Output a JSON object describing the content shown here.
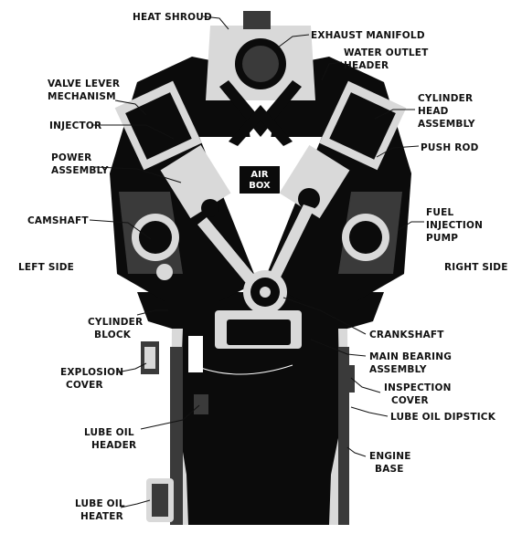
{
  "labels": {
    "heat_shroud": "HEAT SHROUD",
    "exhaust_manifold": "EXHAUST MANIFOLD",
    "water_outlet_header_1": "WATER OUTLET",
    "water_outlet_header_2": "HEADER",
    "valve_lever_1": "VALVE LEVER",
    "valve_lever_2": "MECHANISM",
    "injector": "INJECTOR",
    "cylinder_head_1": "CYLINDER",
    "cylinder_head_2": "HEAD",
    "cylinder_head_3": "ASSEMBLY",
    "push_rod": "PUSH ROD",
    "power_assembly_1": "POWER",
    "power_assembly_2": "ASSEMBLY",
    "air_box_1": "AIR",
    "air_box_2": "BOX",
    "camshaft": "CAMSHAFT",
    "fuel_injection_1": "FUEL",
    "fuel_injection_2": "INJECTION",
    "fuel_injection_3": "PUMP",
    "left_side": "LEFT SIDE",
    "right_side": "RIGHT SIDE",
    "cylinder_block_1": "CYLINDER",
    "cylinder_block_2": "BLOCK",
    "crankshaft": "CRANKSHAFT",
    "main_bearing_1": "MAIN BEARING",
    "main_bearing_2": "ASSEMBLY",
    "explosion_cover_1": "EXPLOSION",
    "explosion_cover_2": "COVER",
    "inspection_cover_1": "INSPECTION",
    "inspection_cover_2": "COVER",
    "lube_oil_dipstick": "LUBE OIL DIPSTICK",
    "lube_oil_header_1": "LUBE OIL",
    "lube_oil_header_2": "HEADER",
    "engine_base_1": "ENGINE",
    "engine_base_2": "BASE",
    "lube_oil_heater_1": "LUBE OIL",
    "lube_oil_heater_2": "HEATER"
  }
}
